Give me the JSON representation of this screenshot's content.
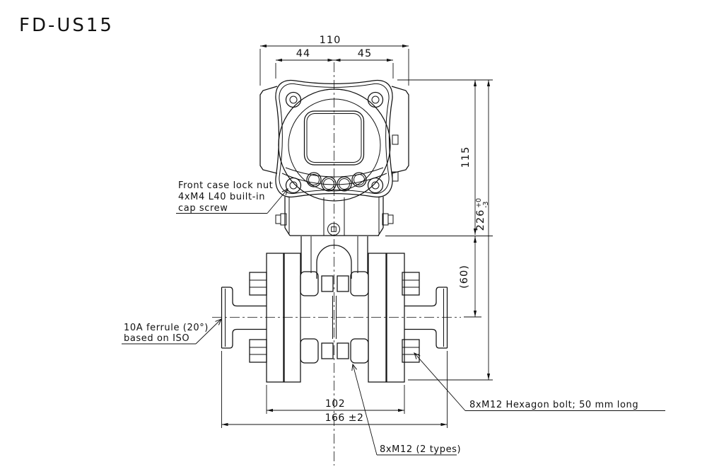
{
  "title": "FD-US15",
  "drawing": {
    "dimensions": {
      "top_total": "110",
      "top_left": "44",
      "top_right": "45",
      "side_head": "115",
      "side_paren": "(60)",
      "side_total": "226",
      "side_total_tol_plus": "+0",
      "side_total_tol_minus": "-3",
      "bottom_flange": "102",
      "bottom_total": "166 ±2"
    },
    "labels": {
      "front_case": [
        "Front case lock nut",
        "4xM4 L40 built-in",
        "cap screw"
      ],
      "ferrule": [
        "10A ferrule (20°)",
        "based on ISO"
      ],
      "bolt_types": "8xM12 (2 types)",
      "hex_bolt": "8xM12 Hexagon bolt; 50 mm long"
    },
    "colors": {
      "line": "#111111",
      "background": "#ffffff"
    }
  }
}
